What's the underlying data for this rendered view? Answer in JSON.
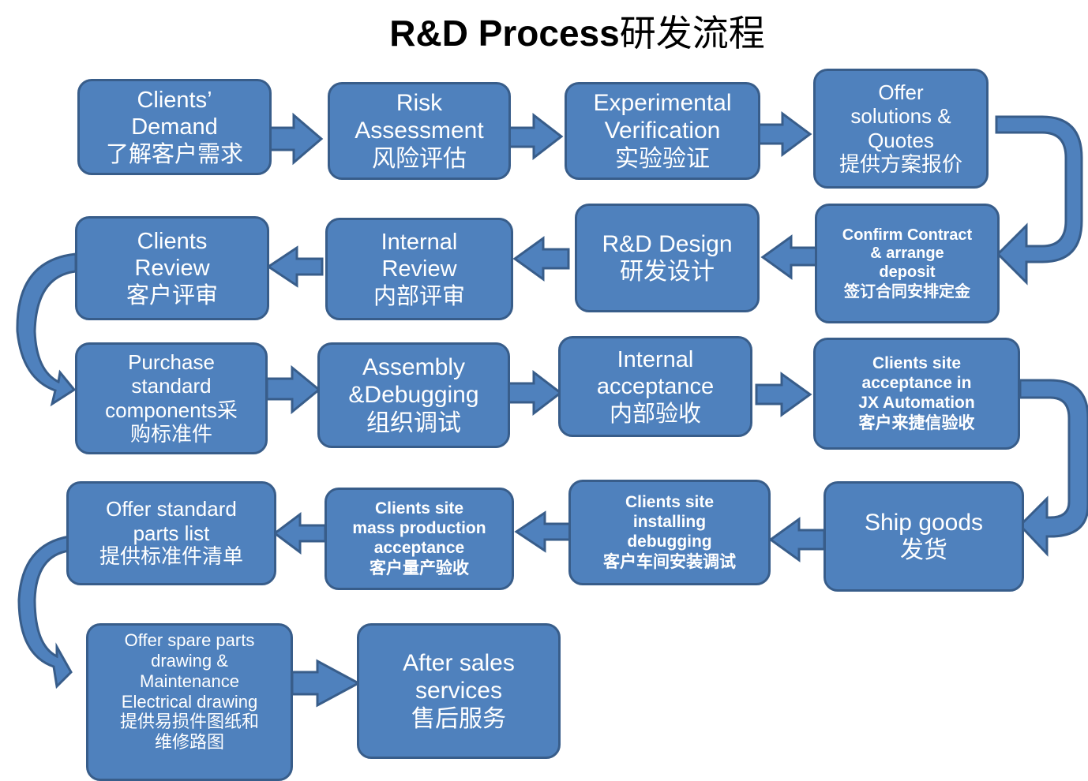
{
  "title": {
    "en": "R&D Process",
    "zh": "研发流程"
  },
  "colors": {
    "fill": "#4f81bd",
    "border": "#385d8a",
    "text": "#ffffff",
    "title": "#000000"
  },
  "steps": [
    {
      "id": 1,
      "en": "Clients’\nDemand",
      "zh": "了解客户需求"
    },
    {
      "id": 2,
      "en": "Risk\nAssessment",
      "zh": "风险评估"
    },
    {
      "id": 3,
      "en": "Experimental\nVerification",
      "zh": "实验验证"
    },
    {
      "id": 4,
      "en": "Offer\nsolutions &\nQuotes",
      "zh": "提供方案报价"
    },
    {
      "id": 5,
      "en": "Confirm Contract\n& arrange\ndeposit",
      "zh": "签订合同安排定金"
    },
    {
      "id": 6,
      "en": "R&D Design",
      "zh": "研发设计"
    },
    {
      "id": 7,
      "en": "Internal\nReview",
      "zh": "内部评审"
    },
    {
      "id": 8,
      "en": "Clients\nReview",
      "zh": "客户评审"
    },
    {
      "id": 9,
      "en": "Purchase\nstandard\ncomponents采",
      "zh": "购标准件"
    },
    {
      "id": 10,
      "en": "Assembly\n&Debugging",
      "zh": "组织调试"
    },
    {
      "id": 11,
      "en": "Internal\nacceptance",
      "zh": "内部验收"
    },
    {
      "id": 12,
      "en": "Clients site\nacceptance in\nJX Automation",
      "zh": "客户来捷信验收"
    },
    {
      "id": 13,
      "en": "Ship goods",
      "zh": "发货"
    },
    {
      "id": 14,
      "en": "Clients site\ninstalling\ndebugging",
      "zh": "客户车间安装调试"
    },
    {
      "id": 15,
      "en": "Clients site\nmass production\nacceptance",
      "zh": "客户量产验收"
    },
    {
      "id": 16,
      "en": "Offer standard\nparts list",
      "zh": "提供标准件清单"
    },
    {
      "id": 17,
      "en": "Offer spare parts\ndrawing &\nMaintenance\nElectrical  drawing",
      "zh": "提供易损件图纸和\n维修路图"
    },
    {
      "id": 18,
      "en": "After sales\nservices",
      "zh": "售后服务"
    }
  ]
}
